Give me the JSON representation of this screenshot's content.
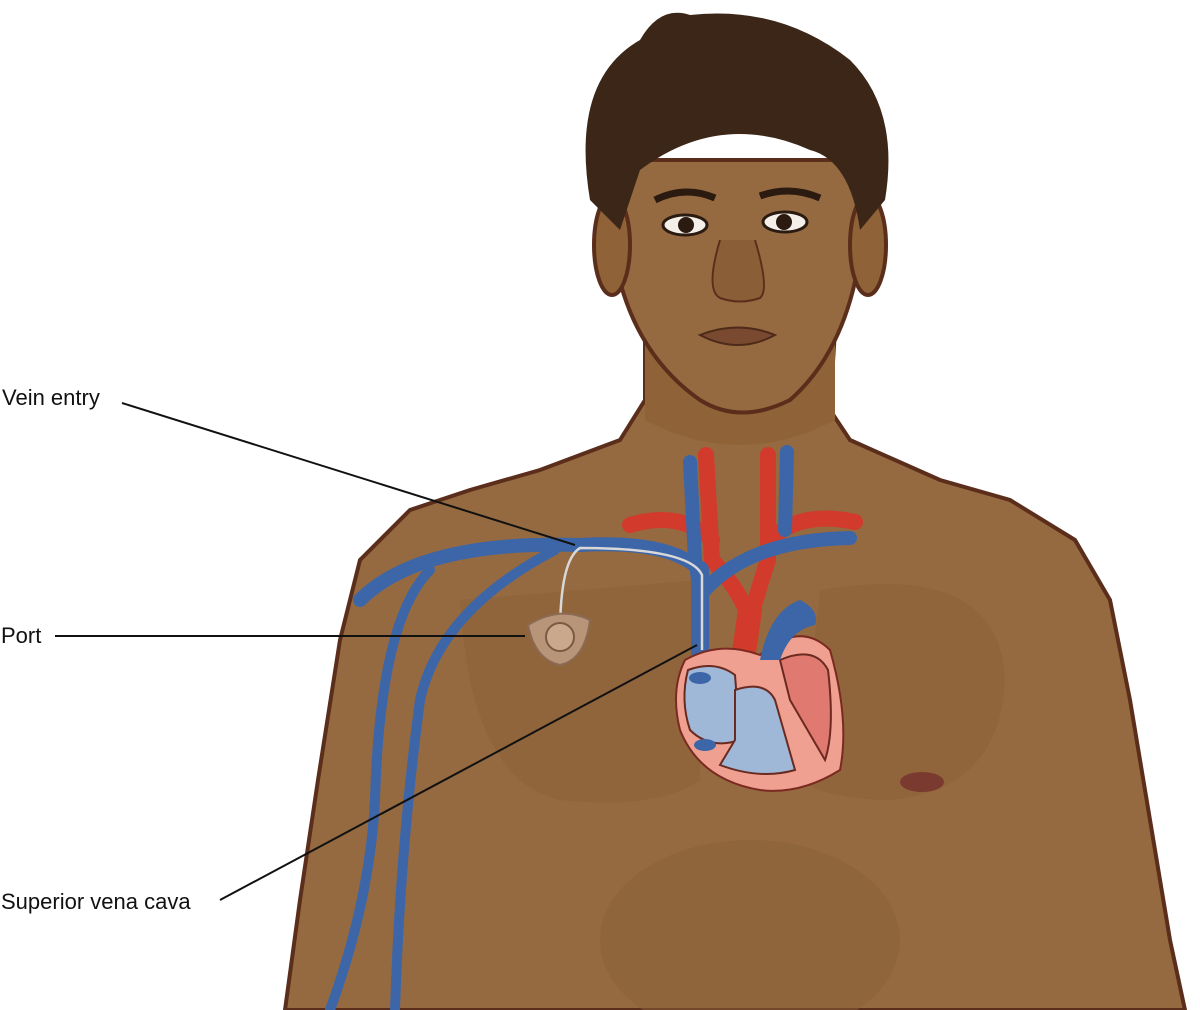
{
  "labels": {
    "vein_entry": "Vein entry",
    "port": "Port",
    "superior_vena_cava": "Superior vena cava"
  },
  "colors": {
    "skin": "#956a40",
    "skin_outline": "#5b2e1c",
    "hair": "#3b2618",
    "vein": "#3d66a8",
    "artery": "#d23a2c",
    "heart_wall": "#f0a090",
    "deoxygenated_chamber": "#9fb8d8",
    "oxygenated_chamber": "#e07a70",
    "port": "#b89478",
    "leader_line": "#111111"
  }
}
